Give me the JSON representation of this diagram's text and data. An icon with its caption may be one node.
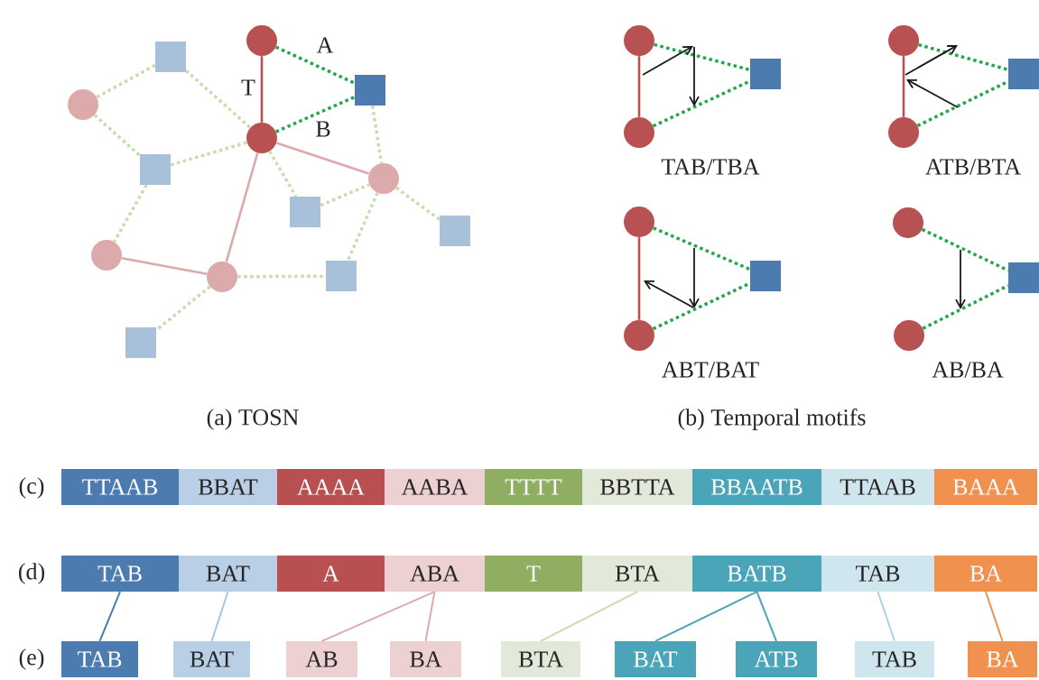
{
  "diagram": {
    "nodes": [
      {
        "text": [],
        "shape": "circle"
      },
      {
        "text": [],
        "shape": "box"
      },
      {
        "text": [],
        "shape": "box"
      },
      {
        "text": [],
        "shape": "circle"
      },
      {
        "text": [],
        "shape": "circle"
      },
      {
        "text": [],
        "shape": "box"
      },
      {
        "text": [],
        "shape": "circle"
      },
      {
        "text": [],
        "shape": "box"
      },
      {
        "text": [],
        "shape": "box"
      },
      {
        "text": [],
        "shape": "circle"
      },
      {
        "text": [],
        "shape": "box"
      },
      {
        "text": [],
        "shape": "circle"
      },
      {
        "text": [],
        "shape": "box"
      },
      {
        "text": [],
        "shape": "circle"
      },
      {
        "text": [],
        "shape": "box"
      },
      {
        "text": [],
        "shape": "circle"
      },
      {
        "text": [],
        "shape": "circle"
      },
      {
        "text": [],
        "shape": "box"
      },
      {
        "text": [],
        "shape": "circle"
      },
      {
        "text": [],
        "shape": "circle"
      },
      {
        "text": [],
        "shape": "box"
      },
      {
        "text": [],
        "shape": "circle"
      },
      {
        "text": [],
        "shape": "circle"
      },
      {
        "text": [],
        "shape": "box"
      },
      {
        "text": [],
        "shape": "circle"
      },
      {
        "text": [
          "TTAAB"
        ]
      },
      {
        "text": [
          "BBAT"
        ]
      },
      {
        "text": [
          "AAAA"
        ]
      },
      {
        "text": [
          "AABA"
        ]
      },
      {
        "text": [
          "TTTT"
        ]
      },
      {
        "text": [
          "BBTTA"
        ]
      },
      {
        "text": [
          "BBAATB"
        ]
      },
      {
        "text": [
          "TTAAB"
        ]
      },
      {
        "text": [
          "BAAA"
        ]
      },
      {
        "text": [
          "TAB"
        ]
      },
      {
        "text": [
          "BAT"
        ]
      },
      {
        "text": [
          "A"
        ]
      },
      {
        "text": [
          "ABA"
        ]
      },
      {
        "text": [
          "T"
        ]
      },
      {
        "text": [
          "BTA"
        ]
      },
      {
        "text": [
          "BATB"
        ]
      },
      {
        "text": [
          "TAB"
        ]
      },
      {
        "text": [
          "BA"
        ]
      },
      {
        "text": [
          "TAB"
        ]
      },
      {
        "text": [
          "BAT"
        ]
      },
      {
        "text": [
          "AB"
        ]
      },
      {
        "text": [
          "BA"
        ]
      },
      {
        "text": [
          "BTA"
        ]
      },
      {
        "text": [
          "BAT"
        ]
      },
      {
        "text": [
          "ATB"
        ]
      },
      {
        "text": [
          "TAB"
        ]
      },
      {
        "text": [
          "BA"
        ]
      }
    ],
    "edges": [
      {
        "from": 0,
        "to": 4,
        "arrow": "none",
        "label": "T",
        "color": "#b85252"
      },
      {
        "from": 0,
        "to": 2,
        "arrow": "none",
        "label": "A",
        "style": "dashed",
        "color": "#22a84a"
      },
      {
        "from": 4,
        "to": 2,
        "arrow": "none",
        "label": "B",
        "style": "dashed",
        "color": "#22a84a"
      },
      {
        "from": 4,
        "to": 6,
        "arrow": "none",
        "color": "#dcaaaa"
      },
      {
        "from": 4,
        "to": 11,
        "arrow": "none",
        "color": "#dcaaaa"
      },
      {
        "from": 9,
        "to": 11,
        "arrow": "none",
        "color": "#dcaaaa"
      },
      {
        "from": 1,
        "to": 3,
        "arrow": "none",
        "style": "dashed",
        "color": "#c9dcb0"
      },
      {
        "from": 1,
        "to": 4,
        "arrow": "none",
        "style": "dashed",
        "color": "#c9dcb0"
      },
      {
        "from": 3,
        "to": 5,
        "arrow": "none",
        "style": "dashed",
        "color": "#c9dcb0"
      },
      {
        "from": 5,
        "to": 4,
        "arrow": "none",
        "style": "dashed",
        "color": "#c9dcb0"
      },
      {
        "from": 5,
        "to": 9,
        "arrow": "none",
        "style": "dashed",
        "color": "#c9dcb0"
      },
      {
        "from": 4,
        "to": 7,
        "arrow": "none",
        "style": "dashed",
        "color": "#c9dcb0"
      },
      {
        "from": 7,
        "to": 6,
        "arrow": "none",
        "style": "dashed",
        "color": "#c9dcb0"
      },
      {
        "from": 2,
        "to": 6,
        "arrow": "none",
        "style": "dashed",
        "color": "#c9dcb0"
      },
      {
        "from": 6,
        "to": 8,
        "arrow": "none",
        "style": "dashed",
        "color": "#c9dcb0"
      },
      {
        "from": 6,
        "to": 10,
        "arrow": "none",
        "style": "dashed",
        "color": "#c9dcb0"
      },
      {
        "from": 11,
        "to": 10,
        "arrow": "none",
        "style": "dashed",
        "color": "#c9dcb0"
      },
      {
        "from": 11,
        "to": 12,
        "arrow": "none",
        "style": "dashed",
        "color": "#c9dcb0"
      },
      {
        "from": 13,
        "to": 15,
        "arrow": "none",
        "color": "#b85252"
      },
      {
        "from": 13,
        "to": 14,
        "arrow": "none",
        "style": "dashed",
        "color": "#22a84a"
      },
      {
        "from": 15,
        "to": 14,
        "arrow": "none",
        "style": "dashed",
        "color": "#22a84a"
      },
      {
        "from": 16,
        "to": 18,
        "arrow": "none",
        "color": "#b85252"
      },
      {
        "from": 16,
        "to": 17,
        "arrow": "none",
        "style": "dashed",
        "color": "#22a84a"
      },
      {
        "from": 18,
        "to": 17,
        "arrow": "none",
        "style": "dashed",
        "color": "#22a84a"
      },
      {
        "from": 19,
        "to": 21,
        "arrow": "none",
        "color": "#b85252"
      },
      {
        "from": 19,
        "to": 20,
        "arrow": "none",
        "style": "dashed",
        "color": "#22a84a"
      },
      {
        "from": 21,
        "to": 20,
        "arrow": "none",
        "style": "dashed",
        "color": "#22a84a"
      },
      {
        "from": 22,
        "to": 23,
        "arrow": "none",
        "style": "dashed",
        "color": "#22a84a"
      },
      {
        "from": 24,
        "to": 23,
        "arrow": "none",
        "style": "dashed",
        "color": "#22a84a"
      },
      {
        "from": 34,
        "to": 43,
        "arrow": "none",
        "color": "#4c7bb0"
      },
      {
        "from": 35,
        "to": 44,
        "arrow": "none",
        "color": "#a9c4e0"
      },
      {
        "from": 37,
        "to": 45,
        "arrow": "none",
        "color": "#dcaaaa"
      },
      {
        "from": 37,
        "to": 46,
        "arrow": "none",
        "color": "#dcaaaa"
      },
      {
        "from": 39,
        "to": 47,
        "arrow": "none",
        "color": "#c9dcb0"
      },
      {
        "from": 40,
        "to": 48,
        "arrow": "none",
        "color": "#4aa5b8"
      },
      {
        "from": 40,
        "to": 49,
        "arrow": "none",
        "color": "#4aa5b8"
      },
      {
        "from": 41,
        "to": 50,
        "arrow": "none",
        "color": "#a9d4e2"
      },
      {
        "from": 42,
        "to": 51,
        "arrow": "none",
        "color": "#f0914f"
      }
    ],
    "labels": [
      "TAB/TBA",
      "ATB/BTA",
      "ABT/BAT",
      "AB/BA",
      "(a) TOSN",
      "(b) Temporal motifs",
      "(c)",
      "(d)",
      "(e)"
    ]
  }
}
